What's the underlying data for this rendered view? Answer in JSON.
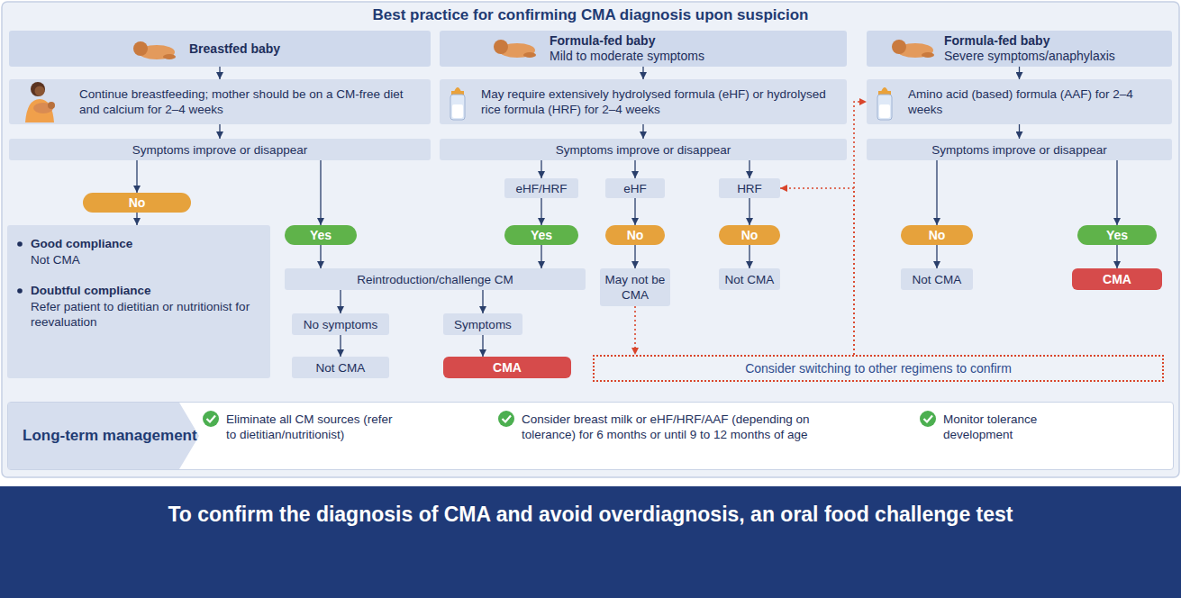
{
  "diagram": {
    "title": "Best practice for confirming CMA diagnosis upon suspicion",
    "caption": "To confirm the diagnosis of CMA and avoid overdiagnosis, an oral food challenge test",
    "nodes": [
      {
        "text": [
          "Breastfed baby"
        ]
      },
      {
        "text": [
          "Formula-fed baby",
          "Mild to moderate symptoms"
        ]
      },
      {
        "text": [
          "Formula-fed baby",
          "Severe symptoms/anaphylaxis"
        ]
      },
      {
        "text": [
          "Continue breastfeeding; mother should be on a CM-free diet and calcium for 2–4 weeks"
        ]
      },
      {
        "text": [
          "May require extensively hydrolysed formula (eHF) or hydrolysed rice formula (HRF) for 2–4 weeks"
        ]
      },
      {
        "text": [
          "Amino acid (based) formula (AAF) for 2–4 weeks"
        ]
      },
      {
        "text": [
          "Symptoms improve or disappear"
        ]
      },
      {
        "text": [
          "Symptoms improve or disappear"
        ]
      },
      {
        "text": [
          "Symptoms improve or disappear"
        ]
      },
      {
        "text": [
          "eHF/HRF"
        ]
      },
      {
        "text": [
          "eHF"
        ]
      },
      {
        "text": [
          "HRF"
        ]
      },
      {
        "text": [
          "No"
        ]
      },
      {
        "text": [
          "Yes"
        ]
      },
      {
        "text": [
          "Yes"
        ]
      },
      {
        "text": [
          "No"
        ]
      },
      {
        "text": [
          "No"
        ]
      },
      {
        "text": [
          "No"
        ]
      },
      {
        "text": [
          "Yes"
        ]
      },
      {
        "text": [
          "Good compliance",
          "Not CMA",
          "Doubtful compliance",
          "Refer patient to dietitian or nutritionist for reevaluation"
        ]
      },
      {
        "text": [
          "Reintroduction/challenge CM"
        ]
      },
      {
        "text": [
          "May not be CMA"
        ]
      },
      {
        "text": [
          "Not CMA"
        ]
      },
      {
        "text": [
          "Not CMA"
        ]
      },
      {
        "text": [
          "CMA"
        ]
      },
      {
        "text": [
          "No symptoms"
        ]
      },
      {
        "text": [
          "Symptoms"
        ]
      },
      {
        "text": [
          "Not CMA"
        ]
      },
      {
        "text": [
          "CMA"
        ]
      },
      {
        "text": [
          "Consider switching to other regimens to confirm"
        ]
      },
      {
        "text": [
          "Eliminate all CM sources (refer to dietitian/nutritionist)",
          "Consider breast milk or eHF/HRF/AAF (depending on tolerance) for 6 months or until 9 to 12 months of age",
          "Monitor tolerance development"
        ]
      },
      {
        "text": [
          "Long-term management"
        ],
        "in": 30
      }
    ],
    "edges": [
      {
        "from": 0,
        "to": 3,
        "arrow": "to"
      },
      {
        "from": 1,
        "to": 4,
        "arrow": "to"
      },
      {
        "from": 2,
        "to": 5,
        "arrow": "to"
      },
      {
        "from": 3,
        "to": 6,
        "arrow": "to"
      },
      {
        "from": 4,
        "to": 7,
        "arrow": "to"
      },
      {
        "from": 5,
        "to": 8,
        "arrow": "to"
      },
      {
        "from": 6,
        "to": 12,
        "arrow": "to"
      },
      {
        "from": 6,
        "to": 13,
        "arrow": "to"
      },
      {
        "from": 7,
        "to": 9,
        "arrow": "to"
      },
      {
        "from": 7,
        "to": 10,
        "arrow": "to"
      },
      {
        "from": 7,
        "to": 11,
        "arrow": "to"
      },
      {
        "from": 9,
        "to": 14,
        "arrow": "to"
      },
      {
        "from": 10,
        "to": 15,
        "arrow": "to"
      },
      {
        "from": 11,
        "to": 16,
        "arrow": "to"
      },
      {
        "from": 8,
        "to": 17,
        "arrow": "to"
      },
      {
        "from": 8,
        "to": 18,
        "arrow": "to"
      },
      {
        "from": 12,
        "to": 19,
        "arrow": "to"
      },
      {
        "from": 13,
        "to": 20,
        "arrow": "to"
      },
      {
        "from": 14,
        "to": 20,
        "arrow": "to"
      },
      {
        "from": 15,
        "to": 21,
        "arrow": "to"
      },
      {
        "from": 16,
        "to": 22,
        "arrow": "to"
      },
      {
        "from": 17,
        "to": 23,
        "arrow": "to"
      },
      {
        "from": 18,
        "to": 24,
        "arrow": "to"
      },
      {
        "from": 20,
        "to": 25,
        "arrow": "to"
      },
      {
        "from": 20,
        "to": 26,
        "arrow": "to"
      },
      {
        "from": 25,
        "to": 27,
        "arrow": "to"
      },
      {
        "from": 26,
        "to": 28,
        "arrow": "to"
      },
      {
        "from": 21,
        "to": 29,
        "arrow": "to"
      },
      {
        "from": 29,
        "to": 11,
        "arrow": "to"
      },
      {
        "from": 29,
        "to": 5,
        "arrow": "to"
      }
    ]
  }
}
